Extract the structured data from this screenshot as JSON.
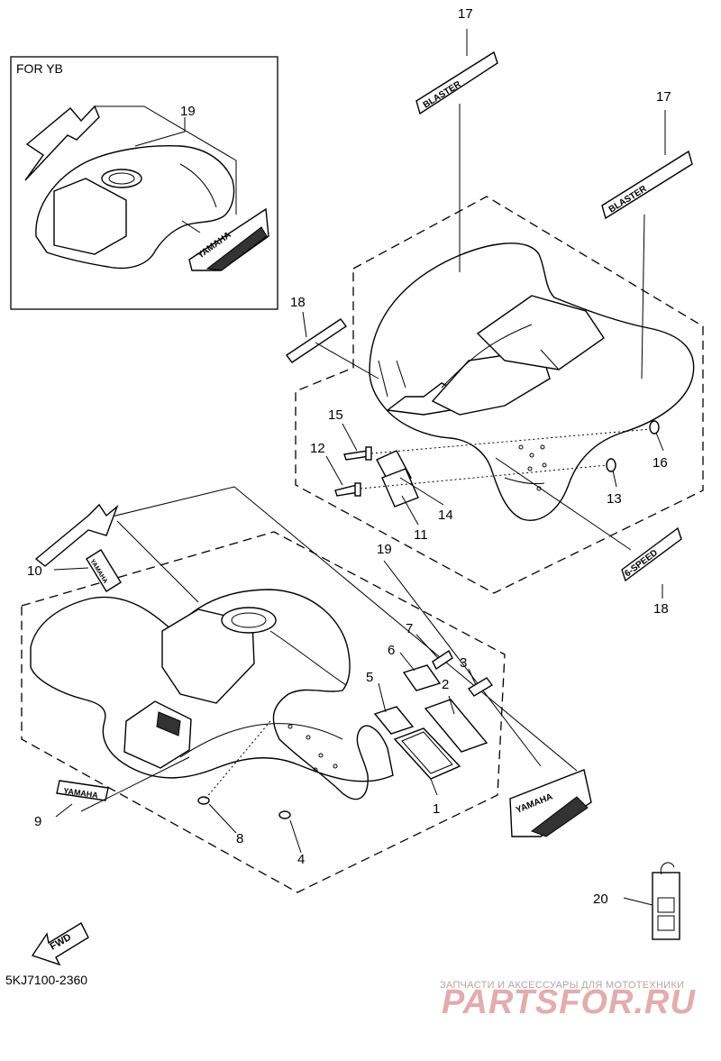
{
  "inset_caption": "FOR YB",
  "diagram_code": "5KJ7100-2360",
  "fwd_label": "FWD",
  "decals": {
    "yamaha": "YAMAHA",
    "blaster": "BLASTER",
    "six_speed": "6-SPEED"
  },
  "callouts": {
    "c1": "1",
    "c2": "2",
    "c3": "3",
    "c4": "4",
    "c5": "5",
    "c6": "6",
    "c7": "7",
    "c8": "8",
    "c9": "9",
    "c10": "10",
    "c11": "11",
    "c12": "12",
    "c13": "13",
    "c14": "14",
    "c15": "15",
    "c16": "16",
    "c17a": "17",
    "c17b": "17",
    "c18a": "18",
    "c18b": "18",
    "c19a": "19",
    "c19b": "19",
    "c20": "20"
  },
  "watermark": {
    "tagline": "ЗАПЧАСТИ И АКСЕССУАРЫ ДЛЯ МОТОТЕХНИКИ",
    "brand": "PARTSFOR.RU"
  }
}
